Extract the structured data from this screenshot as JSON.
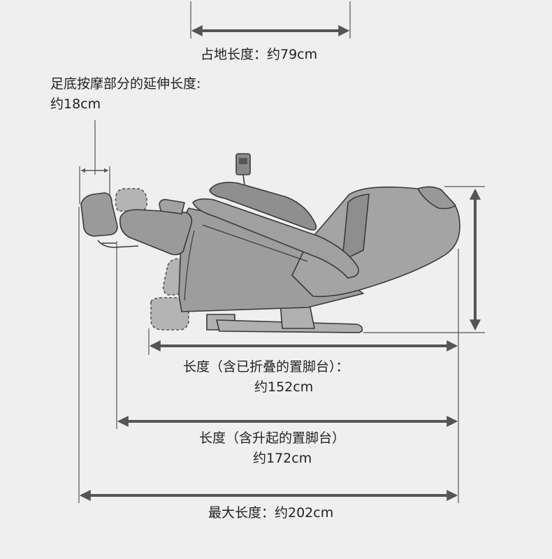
{
  "labels": {
    "footprint": "占地长度：约79cm",
    "extension_title": "足底按摩部分的延伸长度:",
    "extension_value": "约18cm",
    "folded_title": "长度（含已折叠的置脚台）：",
    "folded_value": "约152cm",
    "raised_title": "长度（含升起的置脚台）",
    "raised_value": "约172cm",
    "max": "最大长度：约202cm"
  },
  "colors": {
    "background": "#efefef",
    "dimension_line": "#555555",
    "chair_fill": "#9d9d9d",
    "chair_stroke": "#3a3a3a",
    "dashed_fill": "#b4b4b4"
  }
}
